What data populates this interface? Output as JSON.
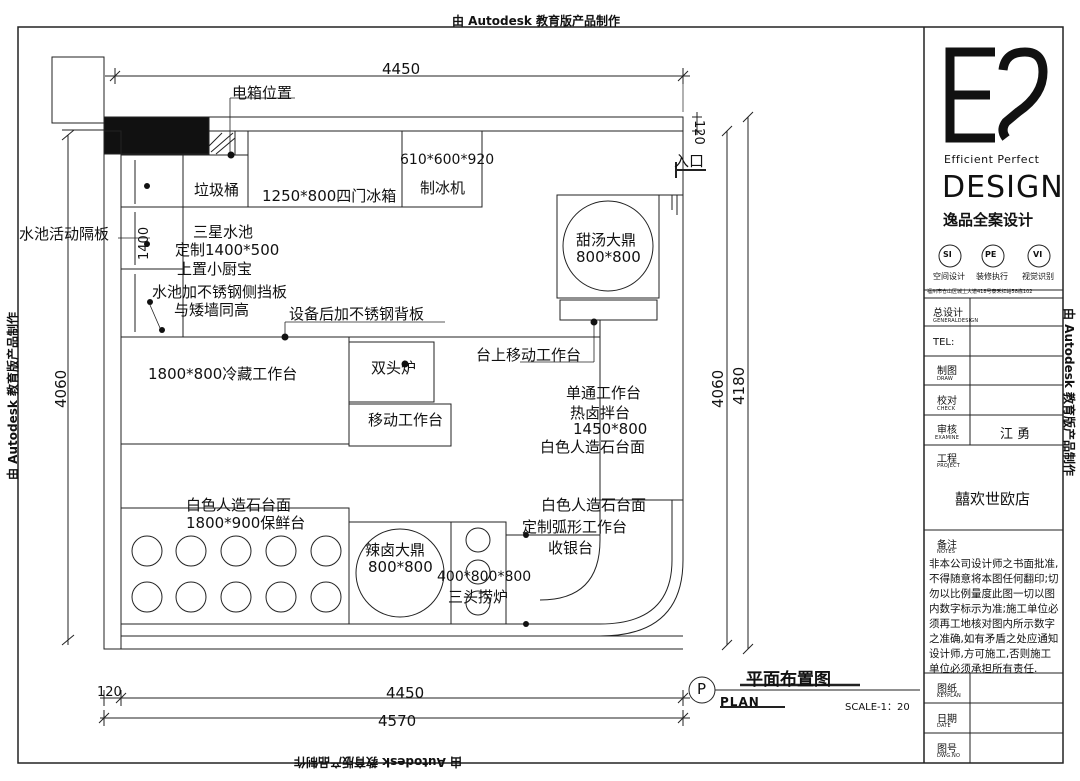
{
  "watermark": "由 Autodesk 教育版产品制作",
  "dims": {
    "top_width": "4450",
    "bottom_inner": "4450",
    "bottom_total": "4570",
    "bottom_wall": "120",
    "top_wall": "120",
    "left_height": "4060",
    "right_inner": "4060",
    "right_total": "4180",
    "sink_height": "1400"
  },
  "labels": {
    "elec_box": "电箱位置",
    "trash": "垃圾桶",
    "fridge": "1250*800四门冰箱",
    "ice_dim": "610*600*920",
    "ice": "制冰机",
    "entrance": "入口",
    "sink_partition": "水池活动隔板",
    "sink_1": "三星水池",
    "sink_2": "定制1400*500",
    "sink_3": "上置小厨宝",
    "sink_side_1": "水池加不锈钢侧挡板",
    "sink_side_2": "与矮墙同高",
    "back_plate": "设备后加不锈钢背板",
    "soup_1": "甜汤大鼎",
    "soup_2": "800*800",
    "mobile_top": "台上移动工作台",
    "cold_table": "1800*800冷藏工作台",
    "double_stove": "双头炉",
    "mobile_table": "移动工作台",
    "single_1": "单通工作台",
    "single_2": "热卤拌台",
    "single_3": "1450*800",
    "single_4": "白色人造石台面",
    "fresh_1": "白色人造石台面",
    "fresh_2": "1800*900保鲜台",
    "spicy_1": "辣卤大鼎",
    "spicy_2": "800*800",
    "three_stove_1": "400*800*800",
    "three_stove_2": "三头捞炉",
    "cashier_1": "白色人造石台面",
    "cashier_2": "定制弧形工作台",
    "cashier_3": "收银台",
    "plan_p": "P",
    "plan_title": "平面布置图",
    "plan_en": "PLAN",
    "scale": "SCALE-1：20"
  },
  "title_block": {
    "logo_sub": "Efficient Perfect",
    "logo_main": "DESIGN",
    "company": "逸品全案设计",
    "circles": [
      {
        "abbr": "SI",
        "label": "空间设计"
      },
      {
        "abbr": "PE",
        "label": "装修执行"
      },
      {
        "abbr": "VI",
        "label": "视觉识别"
      }
    ],
    "address": "福州市仓山区城上大道418号泰禾红峪58栋102",
    "rows": [
      {
        "cn": "总设计",
        "en": "GENERALDESIGN",
        "value": ""
      },
      {
        "cn": "TEL:",
        "en": "",
        "value": ""
      },
      {
        "cn": "制图",
        "en": "DRAW",
        "value": ""
      },
      {
        "cn": "校对",
        "en": "CHECK",
        "value": ""
      },
      {
        "cn": "审核",
        "en": "EXAMINE",
        "value": "江 勇"
      },
      {
        "cn": "工程",
        "en": "PROJECT",
        "value": ""
      }
    ],
    "project_name": "囍欢世欧店",
    "notes_cn": "备注",
    "notes_en": "NOTES",
    "notes_text": "非本公司设计师之书面批准,不得随意将本图任何翻印;切勿以比例量度此图一切以图内数字标示为准;施工单位必须再工地核对图内所示数字之准确,如有矛盾之处应通知设计师,方可施工,否则施工单位必须承担所有责任.",
    "bottom_rows": [
      {
        "cn": "图纸",
        "en": "KEYPLAN"
      },
      {
        "cn": "日期",
        "en": "DATE"
      },
      {
        "cn": "图号",
        "en": "DWG.NO"
      }
    ]
  }
}
